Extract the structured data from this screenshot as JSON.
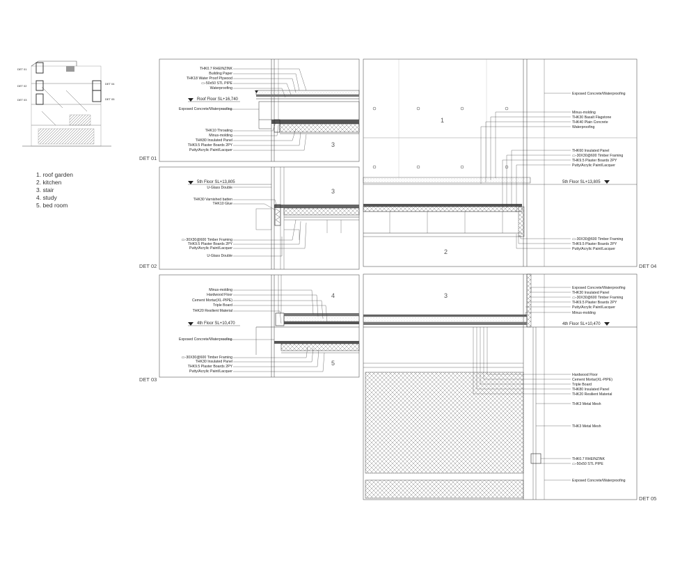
{
  "key_plan": {
    "labels": [
      "DET 01",
      "DET 02",
      "DET 03",
      "DET 04",
      "DET 05"
    ]
  },
  "legend": {
    "items": [
      "1. roof garden",
      "2. kitchen",
      "3. stair",
      "4. study",
      "5. bed room"
    ]
  },
  "det01": {
    "label": "DET 01",
    "annotations": [
      "THK0.7 RHEINZINK",
      "Building Paper",
      "THK18 Water Proof Plywood",
      "▭-50x50 STL PIPE",
      "Waterproofing"
    ],
    "level": "Roof Floor  SL+16,740",
    "concrete_note": "Exposed Concrete/Waterproofing",
    "lower_annotations": [
      "THK10 Throating",
      "Minus-molding",
      "THK80 Insulated Panel",
      "THK9.5 Plaster Boards 2PY",
      "Putty/Acrylic Paint/Lacquer"
    ],
    "room": "3"
  },
  "det02": {
    "label": "DET 02",
    "level": "5th Floor  SL+13,805",
    "annotations_top": [
      "U-Glass Double",
      "THK30 Varnished batten",
      "THK10 Glue"
    ],
    "annotations_bottom": [
      "▭-30X30@600 Timber Framing",
      "THK9.5 Plaster Boards 2PY",
      "Putty/Acrylic Paint/Lacquer",
      "U-Glass Double"
    ],
    "room": "3"
  },
  "det03": {
    "label": "DET 03",
    "annotations_top": [
      "Minus-molding",
      "Hardwood Floor",
      "Cement Mortar(XL-PIPE)",
      "Triple Board",
      "THK20 Resilient Material"
    ],
    "level": "4th Floor  SL+10,470",
    "concrete_note": "Exposed Concrete/Waterproofing",
    "annotations_bottom": [
      "▭-30X30@600 Timber Framing",
      "THK30 Insulated Panel",
      "THK9.5 Plaster Boards 2PY",
      "Putty/Acrylic Paint/Lacquer"
    ],
    "rooms": [
      "4",
      "5"
    ]
  },
  "det04": {
    "label": "DET 04",
    "top_note": "Exposed Concrete/Waterproofing",
    "annotations_a": [
      "Minus-molding",
      "THK30 Basalt Flagstone",
      "THK40 Plain Concrete",
      "Waterproofing"
    ],
    "annotations_b": [
      "THK60 Insulated Panel",
      "▭-30X30@600 Timber Framing",
      "THK9.5 Plaster Boards 2PY",
      "Putty/Acrylic Paint/Lacquer"
    ],
    "level": "5th Floor  SL+13,805",
    "annotations_c": [
      "▭-30X30@600 Timber Framing",
      "THK9.5 Plaster Boards 2PY",
      "Putty/Acrylic Paint/Lacquer"
    ],
    "rooms": [
      "1",
      "2"
    ]
  },
  "det05": {
    "label": "DET 05",
    "annotations_a": [
      "Exposed Concrete/Waterproofing",
      "THK30 Insulated Panel",
      "▭-30X30@600 Timber Framing",
      "THK9.5 Plaster Boards 2PY",
      "Putty/Acrylic Paint/Lacquer",
      "Minus-molding"
    ],
    "level": "4th Floor  SL+10,470",
    "annotations_b": [
      "Hardwood Floor",
      "Cement Mortar(XL-PIPE)",
      "Triple Board",
      "THK80 Insulated Panel",
      "THK20 Resilient Material"
    ],
    "mesh_1": "THK3 Metal Mesh",
    "mesh_2": "THK3 Metal Mesh",
    "annotations_c": [
      "THK0.7 RHEINZINK",
      "▭-50x50 STL PIPE"
    ],
    "bottom_note": "Exposed Concrete/Waterproofing",
    "room": "3"
  }
}
